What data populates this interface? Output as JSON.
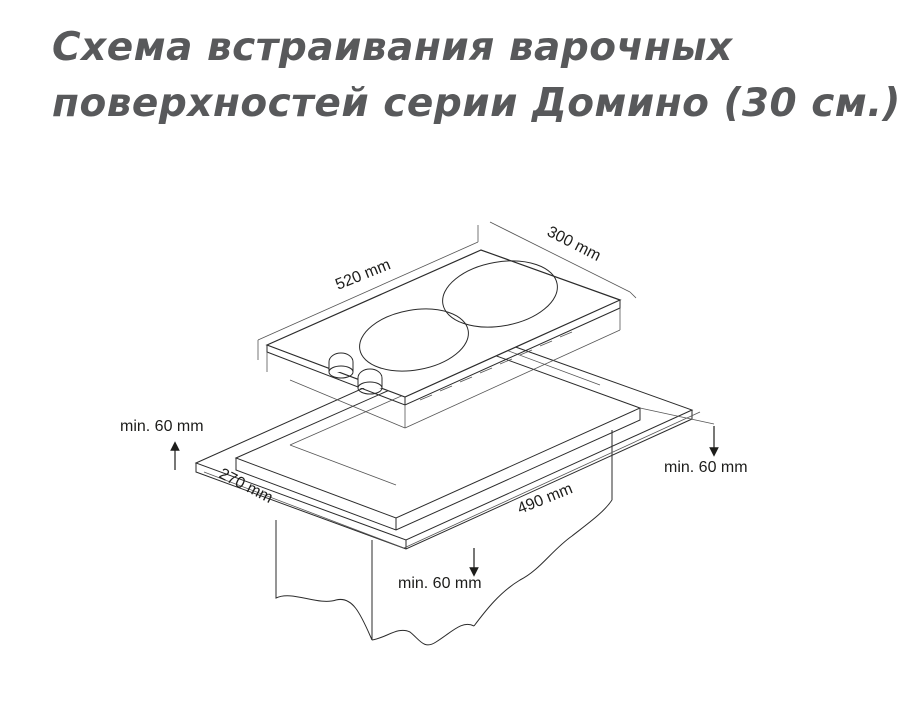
{
  "title": {
    "line1": "Схема встраивания варочных",
    "line2": "поверхностей серии Домино (30 см.)"
  },
  "dimensions": {
    "hob_length": "520 mm",
    "hob_width": "300 mm",
    "cutout_width": "270 mm",
    "cutout_length": "490 mm",
    "clearance_back": "min. 60 mm",
    "clearance_right": "min. 60 mm",
    "clearance_front": "min. 60 mm"
  }
}
